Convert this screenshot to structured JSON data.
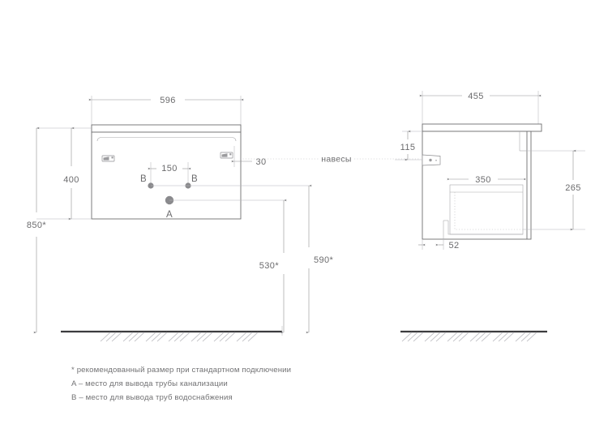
{
  "drawing": {
    "title": "Bathroom vanity cabinet installation drawing",
    "background_color": "#ffffff",
    "line_color": "#8e8e91",
    "text_color": "#6b6b6d",
    "marker_color": "#8a8a8d"
  },
  "front_view": {
    "name": "front-elevation",
    "dimensions": {
      "width_label": "596",
      "height_label": "400",
      "floor_height_label": "850*",
      "ports_spacing_label": "150",
      "right_offset_label": "30",
      "drain_height_label": "530*",
      "supply_height_label": "590*"
    },
    "markers": [
      {
        "id": "B-left",
        "label": "B"
      },
      {
        "id": "B-right",
        "label": "B"
      },
      {
        "id": "A-drain",
        "label": "A"
      }
    ]
  },
  "center_label": {
    "hangers": "навесы"
  },
  "side_view": {
    "name": "side-section",
    "dimensions": {
      "depth_label": "455",
      "top_offset_label": "115",
      "drawer_depth_label": "350",
      "drawer_height_label": "265",
      "foot_offset_label": "52"
    }
  },
  "legend": {
    "lines": [
      "* рекомендованный размер при стандартном подключении",
      "A – место для вывода трубы канализации",
      "B – место для вывода труб водоснабжения"
    ]
  }
}
